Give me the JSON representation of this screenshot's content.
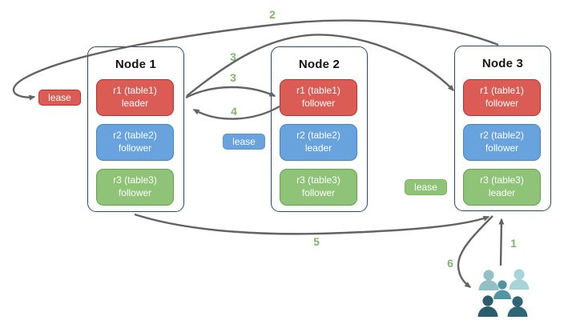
{
  "diagram": {
    "nodes": [
      {
        "title": "Node 1",
        "replicas": [
          {
            "name": "r1 (table1)",
            "role": "leader",
            "color": "red"
          },
          {
            "name": "r2 (table2)",
            "role": "follower",
            "color": "blue"
          },
          {
            "name": "r3 (table3)",
            "role": "follower",
            "color": "green"
          }
        ]
      },
      {
        "title": "Node 2",
        "replicas": [
          {
            "name": "r1 (table1)",
            "role": "follower",
            "color": "red"
          },
          {
            "name": "r2 (table2)",
            "role": "leader",
            "color": "blue"
          },
          {
            "name": "r3 (table3)",
            "role": "follower",
            "color": "green"
          }
        ]
      },
      {
        "title": "Node 3",
        "replicas": [
          {
            "name": "r1 (table1)",
            "role": "follower",
            "color": "red"
          },
          {
            "name": "r2 (table2)",
            "role": "follower",
            "color": "blue"
          },
          {
            "name": "r3 (table3)",
            "role": "leader",
            "color": "green"
          }
        ]
      }
    ],
    "leases": [
      {
        "label": "lease",
        "color": "red"
      },
      {
        "label": "lease",
        "color": "blue"
      },
      {
        "label": "lease",
        "color": "green"
      }
    ],
    "steps": [
      {
        "n": "1"
      },
      {
        "n": "2"
      },
      {
        "n": "3"
      },
      {
        "n": "3"
      },
      {
        "n": "4"
      },
      {
        "n": "5"
      },
      {
        "n": "6"
      }
    ],
    "colors": {
      "replica_red": "#db5c55",
      "replica_blue": "#68a3de",
      "replica_green": "#8fc377",
      "node_border": "#27476b",
      "arrow": "#636363",
      "step_label": "#7eb96a",
      "users_light_teal": "#a5d5d9",
      "users_mid_teal": "#4f96a2",
      "users_dark_teal": "#2d5c6b"
    }
  }
}
